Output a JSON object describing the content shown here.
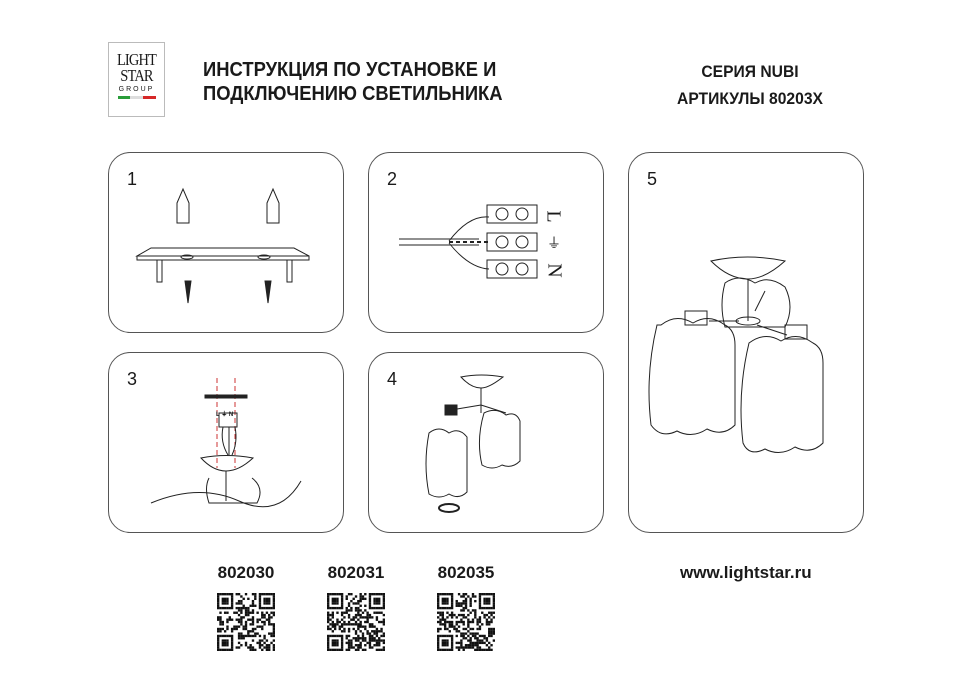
{
  "logo": {
    "line1": "LIGHT",
    "line2": "STAR",
    "line3": "GROUP",
    "flag_colors": [
      "#2a9d3a",
      "#ffffff",
      "#d62828"
    ]
  },
  "header": {
    "title_line1": "ИНСТРУКЦИЯ ПО УСТАНОВКЕ И",
    "title_line2": "ПОДКЛЮЧЕНИЮ СВЕТИЛЬНИКА",
    "series": "СЕРИЯ NUBI",
    "articles": "АРТИКУЛЫ 80203X"
  },
  "steps": [
    {
      "number": "1"
    },
    {
      "number": "2",
      "labels": {
        "live": "L",
        "neutral": "N"
      }
    },
    {
      "number": "3",
      "labels": {
        "terminal": "L ⏚ N"
      }
    },
    {
      "number": "4"
    },
    {
      "number": "5"
    }
  ],
  "products": [
    {
      "code": "802030",
      "icon": "qr-code-icon"
    },
    {
      "code": "802031",
      "icon": "qr-code-icon"
    },
    {
      "code": "802035",
      "icon": "qr-code-icon"
    }
  ],
  "website": "www.lightstar.ru"
}
